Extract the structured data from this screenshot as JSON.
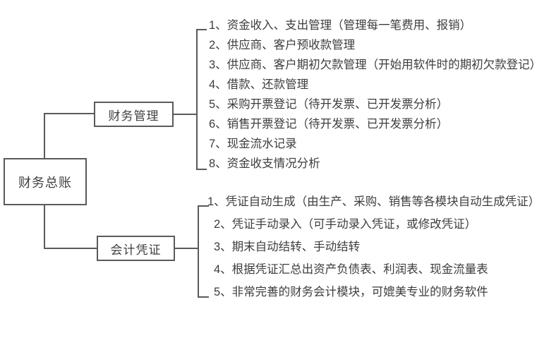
{
  "diagram": {
    "type": "tree-mindmap",
    "root": {
      "label": "财务总账"
    },
    "branches": [
      {
        "id": "finance-management",
        "label": "财务管理",
        "items": [
          "1、资金收入、支出管理（管理每一笔费用、报销）",
          "2、供应商、客户预收款管理",
          "3、供应商、客户期初欠款管理（开始用软件时的期初欠款登记）",
          "4、借款、还款管理",
          "5、采购开票登记（待开发票、已开发票分析）",
          "6、销售开票登记（待开发票、已开发票分析）",
          "7、现金流水记录",
          "8、资金收支情况分析"
        ]
      },
      {
        "id": "accounting-voucher",
        "label": "会计凭证",
        "items": [
          "1、凭证自动生成（由生产、采购、销售等各模块自动生成凭证）",
          "2、凭证手动录入（可手动录入凭证，或修改凭证）",
          "3、期末自动结转、手动结转",
          "4、根据凭证汇总出资产负债表、利润表、现金流量表",
          "5、非常完善的财务会计模块，可媲美专业的财务软件"
        ]
      }
    ]
  },
  "colors": {
    "line": "#5a5a5a",
    "box_border": "#5a5a5a",
    "text": "#3d3d3d",
    "background": "#ffffff"
  }
}
